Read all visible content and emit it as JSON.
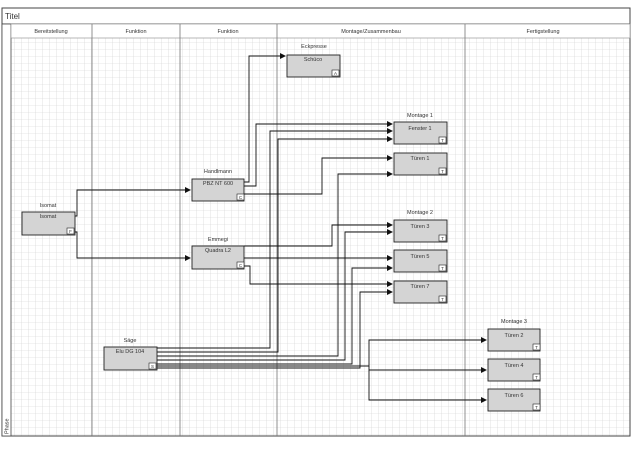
{
  "title": "Titel",
  "phase_label": "Phase",
  "lanes": [
    "Bereitstellung",
    "Funktion",
    "Funktion",
    "Montage/Zusammenbau",
    "Fertigstellung"
  ],
  "shapes": [
    {
      "id": "isomat",
      "group": "Isomat",
      "label": "Isomat",
      "badge": "F"
    },
    {
      "id": "handlmann",
      "group": "Handlmann",
      "label": "PBZ NT 600",
      "badge": "C"
    },
    {
      "id": "emmegi",
      "group": "Emmegi",
      "label": "Quadra L2",
      "badge": "C"
    },
    {
      "id": "saege",
      "group": "Säge",
      "label": "Elu DG 104",
      "badge": "S"
    },
    {
      "id": "schueco",
      "group": "Eckpresse",
      "label": "Schüco",
      "badge": "A"
    },
    {
      "id": "fenster1",
      "group": "Montage 1",
      "label": "Fenster 1",
      "badge": "T"
    },
    {
      "id": "tueren1",
      "group": "",
      "label": "Türen 1",
      "badge": "T"
    },
    {
      "id": "tueren3",
      "group": "Montage 2",
      "label": "Türen 3",
      "badge": "T"
    },
    {
      "id": "tueren5",
      "group": "",
      "label": "Türen 5",
      "badge": "T"
    },
    {
      "id": "tueren7",
      "group": "",
      "label": "Türen 7",
      "badge": "T"
    },
    {
      "id": "tueren2",
      "group": "Montage 3",
      "label": "Türen 2",
      "badge": "T"
    },
    {
      "id": "tueren4",
      "group": "",
      "label": "Türen 4",
      "badge": "T"
    },
    {
      "id": "tueren6",
      "group": "",
      "label": "Türen 6",
      "badge": "T"
    }
  ],
  "connectors": [
    {
      "from": "isomat",
      "to": "handlmann"
    },
    {
      "from": "isomat",
      "to": "emmegi"
    },
    {
      "from": "handlmann",
      "to": "schueco"
    },
    {
      "from": "handlmann",
      "to": "fenster1"
    },
    {
      "from": "handlmann",
      "to": "tueren1"
    },
    {
      "from": "emmegi",
      "to": "tueren3"
    },
    {
      "from": "emmegi",
      "to": "tueren5"
    },
    {
      "from": "emmegi",
      "to": "tueren7"
    },
    {
      "from": "saege",
      "to": "fenster1"
    },
    {
      "from": "saege",
      "to": "tueren1"
    },
    {
      "from": "saege",
      "to": "tueren3"
    },
    {
      "from": "saege",
      "to": "tueren5"
    },
    {
      "from": "saege",
      "to": "tueren7"
    },
    {
      "from": "saege",
      "to": "tueren2"
    },
    {
      "from": "saege",
      "to": "tueren4"
    },
    {
      "from": "saege",
      "to": "tueren6"
    }
  ]
}
